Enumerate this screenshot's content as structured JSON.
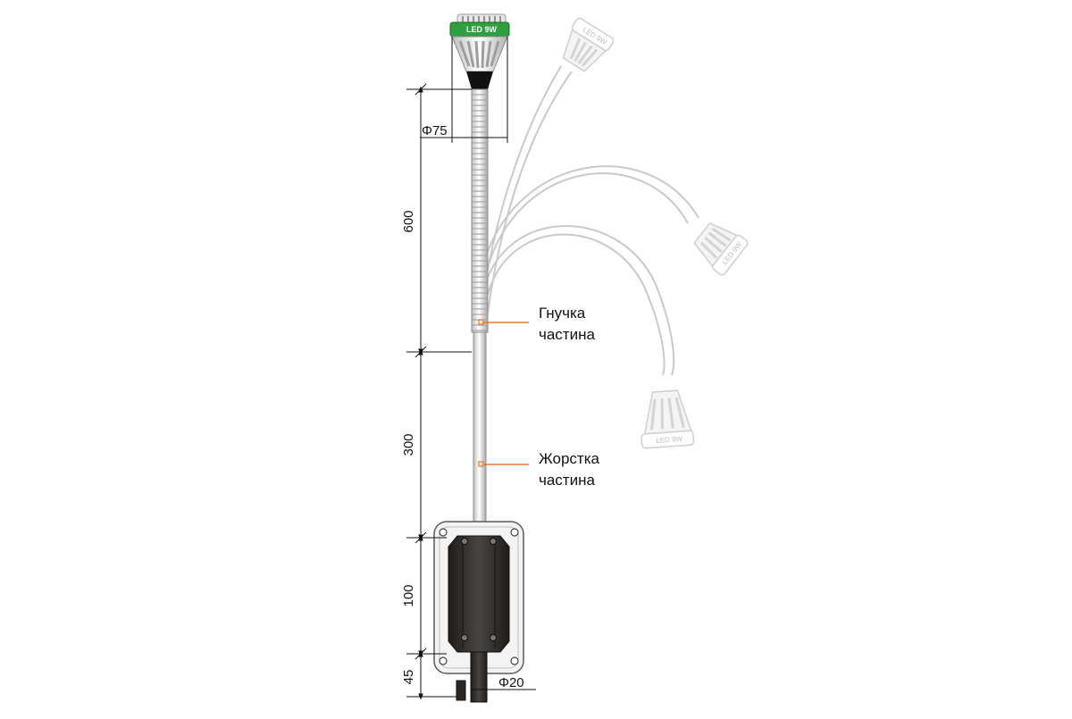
{
  "dimensions": {
    "diameter_head": "Φ75",
    "length_flexible": "600",
    "length_rigid": "300",
    "length_base": "100",
    "length_bottom": "45",
    "diameter_stem": "Φ20"
  },
  "callouts": {
    "flexible_line1": "Гнучка",
    "flexible_line2": "частина",
    "rigid_line1": "Жорстка",
    "rigid_line2": "частина"
  },
  "lamp": {
    "head_label": "LED 9W",
    "ghost_label": "LED 9W"
  },
  "colors": {
    "head_green": "#2e9e3e",
    "callout_orange": "#e8782a",
    "base_dark": "#2f2b28"
  }
}
